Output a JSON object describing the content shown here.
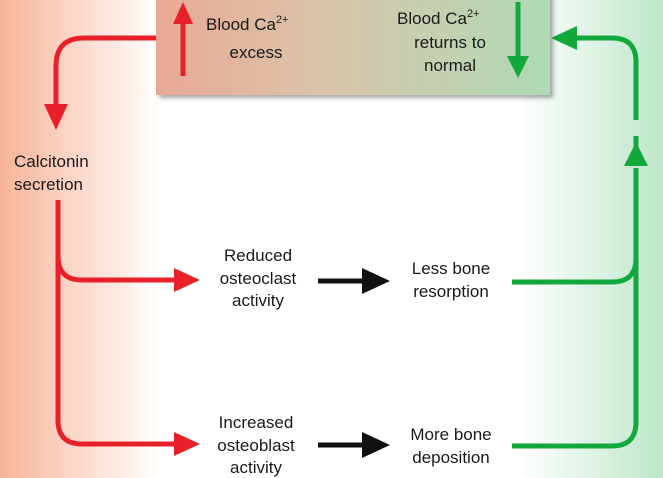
{
  "boxes": {
    "excess": {
      "line1": "Blood Ca",
      "line1_sup": "2+",
      "line2": "excess"
    },
    "normal": {
      "line1": "Blood Ca",
      "line1_sup": "2+",
      "line2": "returns to",
      "line3": "normal"
    }
  },
  "calcitonin": {
    "line1": "Calcitonin",
    "line2": "secretion"
  },
  "steps": {
    "osteoclast": {
      "line1": "Reduced",
      "line2": "osteoclast",
      "line3": "activity"
    },
    "osteoblast": {
      "line1": "Increased",
      "line2": "osteoblast",
      "line3": "activity"
    },
    "resorption": {
      "line1": "Less bone",
      "line2": "resorption"
    },
    "deposition": {
      "line1": "More bone",
      "line2": "deposition"
    }
  },
  "colors": {
    "red": "#e8202a",
    "green": "#13a83c",
    "black": "#111111",
    "bg_left": "#f6b49a",
    "bg_right": "#bfe6cb"
  }
}
